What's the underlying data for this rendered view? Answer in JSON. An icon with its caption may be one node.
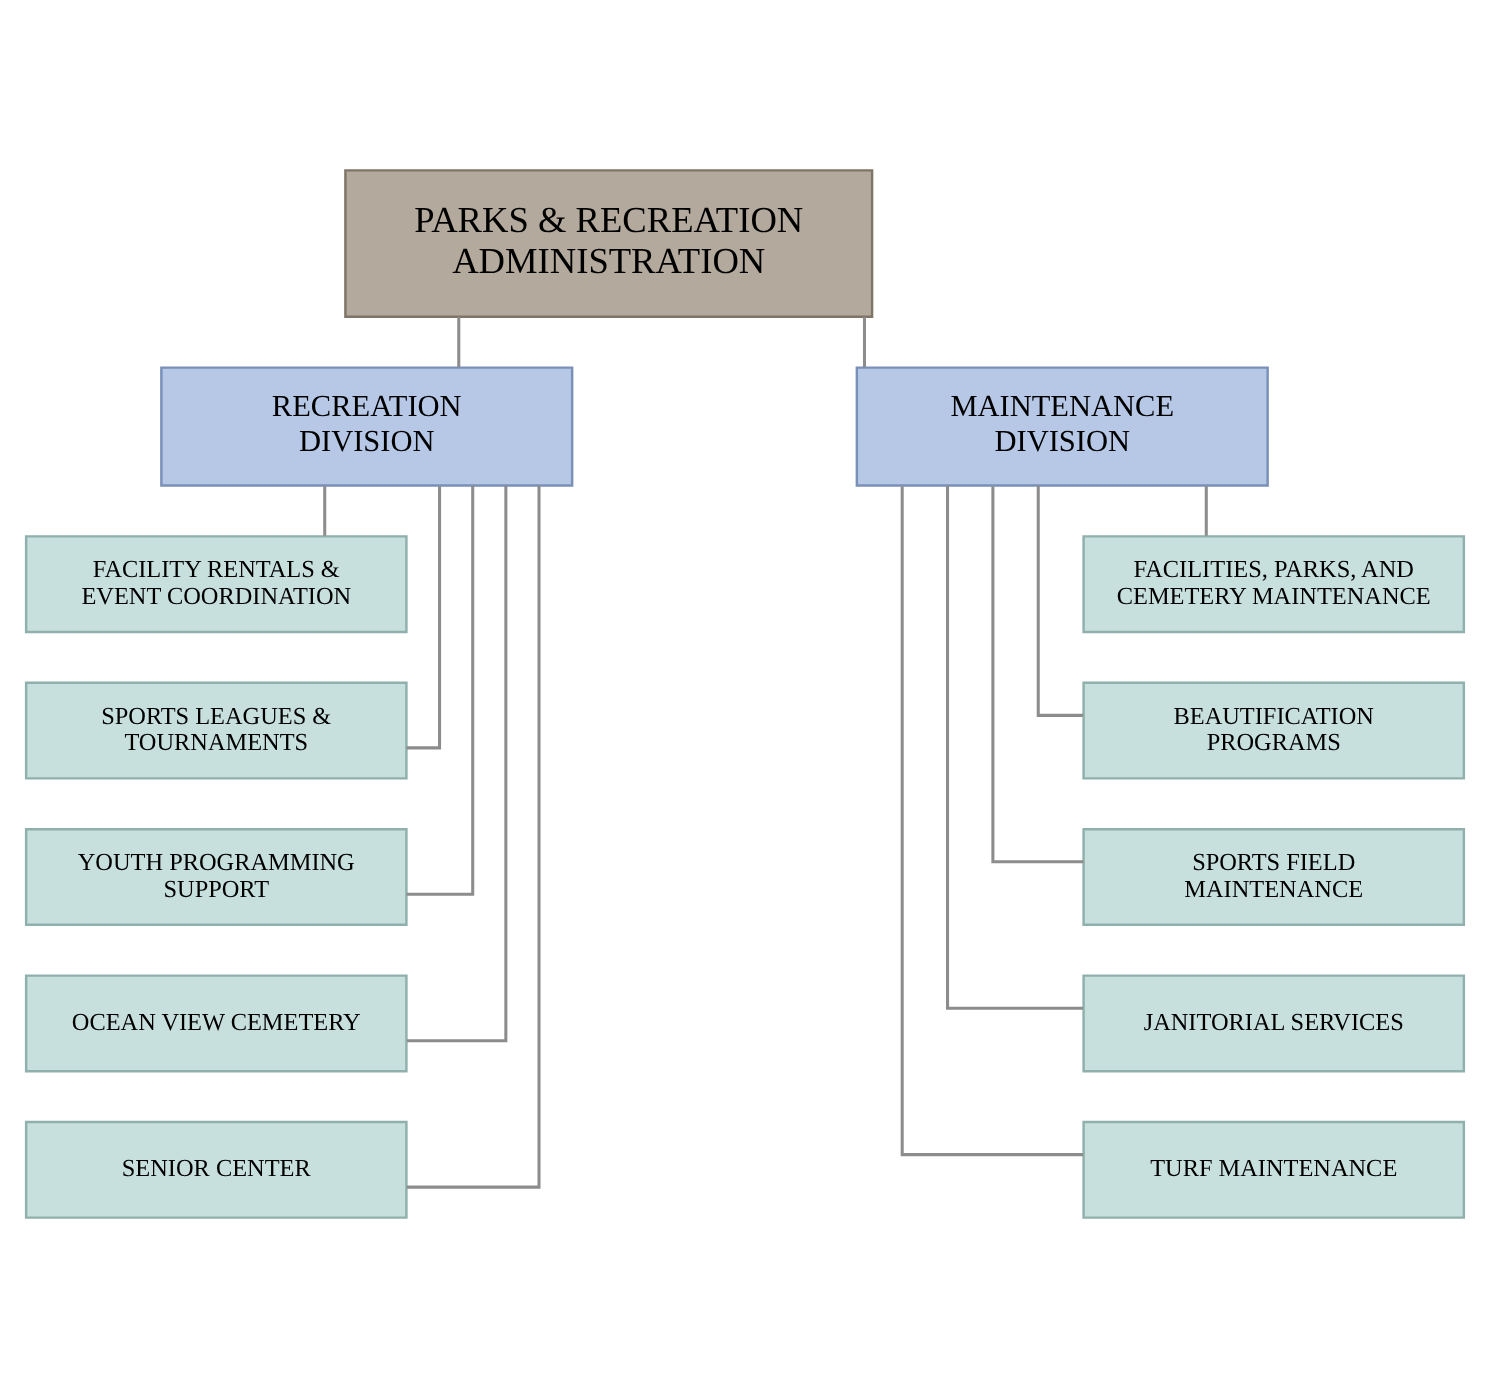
{
  "diagram": {
    "nodes": [
      {
        "text": [
          "PARKS & RECREATION ADMINISTRATION"
        ]
      },
      {
        "text": [
          "RECREATION DIVISION"
        ]
      },
      {
        "text": [
          "FACILITY RENTALS & EVENT COORDINATION"
        ]
      },
      {
        "text": [
          "SPORTS LEAGUES & TOURNAMENTS"
        ]
      },
      {
        "text": [
          "YOUTH PROGRAMMING SUPPORT"
        ]
      },
      {
        "text": [
          "OCEAN VIEW CEMETERY"
        ]
      },
      {
        "text": [
          "SENIOR CENTER"
        ]
      },
      {
        "text": [
          "MAINTENANCE DIVISION"
        ]
      },
      {
        "text": [
          "FACILITIES, PARKS, AND CEMETERY MAINTENANCE"
        ]
      },
      {
        "text": [
          "BEAUTIFICATION PROGRAMS"
        ]
      },
      {
        "text": [
          "SPORTS FIELD MAINTENANCE"
        ]
      },
      {
        "text": [
          "JANITORIAL SERVICES"
        ]
      },
      {
        "text": [
          "TURF MAINTENANCE"
        ]
      }
    ],
    "edges": [
      {
        "from": 0,
        "to": 1,
        "arrow": "none"
      },
      {
        "from": 0,
        "to": 7,
        "arrow": "none"
      },
      {
        "from": 1,
        "to": 2,
        "arrow": "none"
      },
      {
        "from": 1,
        "to": 3,
        "arrow": "none"
      },
      {
        "from": 1,
        "to": 4,
        "arrow": "none"
      },
      {
        "from": 1,
        "to": 5,
        "arrow": "none"
      },
      {
        "from": 1,
        "to": 6,
        "arrow": "none"
      },
      {
        "from": 7,
        "to": 8,
        "arrow": "none"
      },
      {
        "from": 7,
        "to": 9,
        "arrow": "none"
      },
      {
        "from": 7,
        "to": 10,
        "arrow": "none"
      },
      {
        "from": 7,
        "to": 11,
        "arrow": "none"
      },
      {
        "from": 7,
        "to": 12,
        "arrow": "none"
      }
    ]
  }
}
